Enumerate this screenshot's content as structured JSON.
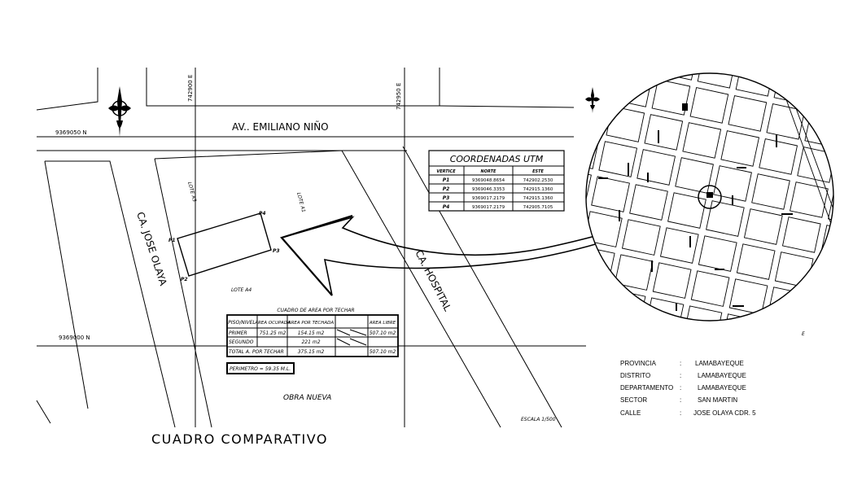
{
  "streets": {
    "av_emiliano": "AV.. EMILIANO NIÑO",
    "ca_jose_olaya": "CA. JOSE OLAYA",
    "ca_hospital": "CA. HOSPITAL"
  },
  "grid": {
    "north_top": "9369050 N",
    "north_bottom": "9369000 N",
    "east_left": "742900 E",
    "east_right": "742950 E"
  },
  "lots": {
    "a3": "LOTE A3",
    "a1": "LOTE A1",
    "a4": "LOTE A4"
  },
  "vertices": {
    "p1": "P1",
    "p2": "P2",
    "p3": "P3",
    "p4": "P4"
  },
  "coord_table": {
    "title": "COORDENADAS UTM",
    "headers": [
      "VERTICE",
      "NORTE",
      "ESTE"
    ],
    "rows": [
      [
        "P1",
        "9369048.8654",
        "742902.2530"
      ],
      [
        "P2",
        "9369046.3353",
        "742915.1360"
      ],
      [
        "P3",
        "9369017.2179",
        "742915.1360"
      ],
      [
        "P4",
        "9369017.2179",
        "742905.7105"
      ]
    ]
  },
  "area_table": {
    "title": "CUADRO DE AREA POR TECHAR",
    "headers": [
      "PISO/NIVEL",
      "AREA OCUPADA",
      "AREA POR TECHADA",
      "",
      "AREA LIBRE"
    ],
    "rows": [
      [
        "PRIMER",
        "751.25 m2",
        "154.15 m2",
        "",
        "507.10 m2"
      ],
      [
        "SEGUNDO",
        "",
        "221 m2",
        "",
        ""
      ],
      [
        "TOTAL A. POR TECHAR",
        "",
        "375.15 m2",
        "",
        "507.10 m2"
      ]
    ]
  },
  "perimeter": "PERIMETRO = 59.35 M.L.",
  "obra": "OBRA NUEVA",
  "scale": "ESCALA 1/500",
  "stray_e": "E",
  "info": [
    {
      "label": "PROVINCIA",
      "sep": ":",
      "value": "LAMABAYEQUE"
    },
    {
      "label": "DISTRITO",
      "sep": ":",
      "value": "LAMABAYEQUE"
    },
    {
      "label": "DEPARTAMENTO",
      "sep": ":",
      "value": "LAMABAYEQUE"
    },
    {
      "label": "SECTOR",
      "sep": ":",
      "value": "SAN MARTIN"
    },
    {
      "label": "CALLE",
      "sep": ":",
      "value": "JOSE OLAYA CDR. 5"
    }
  ],
  "main_title": "CUADRO COMPARATIVO"
}
